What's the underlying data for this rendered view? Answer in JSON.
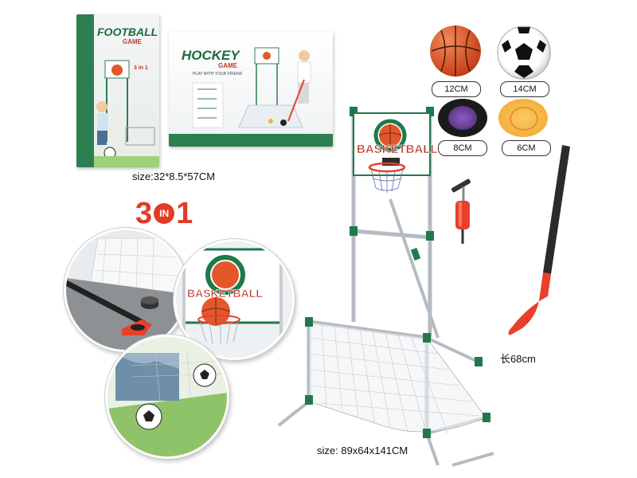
{
  "packages": {
    "football_title": "FOOTBALL",
    "football_sub": "GAME",
    "hockey_title": "HOCKEY",
    "hockey_sub": "GAME",
    "hockey_tagline": "PLAY WITH YOUR FRIEND",
    "three_in_one_small": "3 in 1",
    "box_size": "size:32*8.5*57CM"
  },
  "headline": {
    "num_left": "3",
    "word": "IN",
    "num_right": "1"
  },
  "balls": [
    {
      "name": "basketball",
      "size": "12CM"
    },
    {
      "name": "football",
      "size": "14CM"
    },
    {
      "name": "hockey-puck",
      "size": "8CM"
    },
    {
      "name": "frisbee-disc",
      "size": "6CM"
    }
  ],
  "backboard": {
    "title": "BASKETBALL"
  },
  "stick_length": "长68cm",
  "set_size": "size: 89x64x141CM",
  "colors": {
    "frame_green": "#1e7a4a",
    "net_gray": "#b8bcc2",
    "basketball_orange": "#e3572b",
    "hockey_red": "#e8402a",
    "puck_yellow": "#f4b43a",
    "headline_red": "#e23b25"
  }
}
